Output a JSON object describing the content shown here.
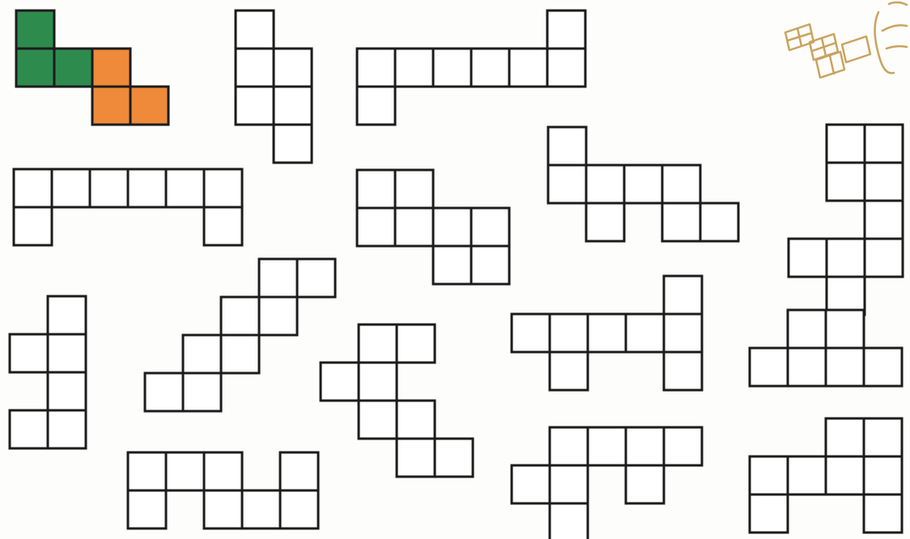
{
  "diagram": {
    "grid_unit": 47,
    "colors": {
      "line": "#1c1c1c",
      "blank": "#ffffff",
      "green": "#2e8b4e",
      "orange": "#ee8a3a",
      "logo": "#c9a35e"
    },
    "nets": [
      {
        "id": "net-colored",
        "cells": [
          [
            0,
            0,
            "green"
          ],
          [
            0,
            1,
            "green"
          ],
          [
            1,
            1,
            "green"
          ],
          [
            2,
            1,
            "orange"
          ],
          [
            2,
            2,
            "orange"
          ],
          [
            3,
            2,
            "orange"
          ]
        ]
      },
      {
        "id": "net-2",
        "cells": [
          [
            0,
            0
          ],
          [
            0,
            1
          ],
          [
            1,
            1
          ],
          [
            0,
            2
          ],
          [
            1,
            2
          ],
          [
            1,
            3
          ]
        ]
      },
      {
        "id": "net-3",
        "cells": [
          [
            5,
            0
          ],
          [
            0,
            1
          ],
          [
            1,
            1
          ],
          [
            2,
            1
          ],
          [
            3,
            1
          ],
          [
            4,
            1
          ],
          [
            5,
            1
          ],
          [
            0,
            2
          ]
        ]
      },
      {
        "id": "net-4",
        "cells": [
          [
            0,
            0
          ],
          [
            1,
            0
          ],
          [
            0,
            1
          ],
          [
            1,
            1
          ],
          [
            1,
            2
          ],
          [
            0,
            3
          ],
          [
            1,
            3
          ],
          [
            -1,
            3
          ],
          [
            0,
            4
          ]
        ]
      },
      {
        "id": "net-5",
        "cells": [
          [
            0,
            0
          ],
          [
            1,
            0
          ],
          [
            2,
            0
          ],
          [
            3,
            0
          ],
          [
            4,
            0
          ],
          [
            5,
            0
          ],
          [
            0,
            1
          ],
          [
            5,
            1
          ]
        ]
      },
      {
        "id": "net-6",
        "cells": [
          [
            0,
            0
          ],
          [
            1,
            0
          ],
          [
            0,
            1
          ],
          [
            1,
            1
          ],
          [
            2,
            1
          ],
          [
            3,
            1
          ],
          [
            2,
            2
          ],
          [
            3,
            2
          ]
        ]
      },
      {
        "id": "net-7",
        "cells": [
          [
            0,
            0
          ],
          [
            0,
            1
          ],
          [
            1,
            1
          ],
          [
            2,
            1
          ],
          [
            3,
            1
          ],
          [
            1,
            2
          ],
          [
            3,
            2
          ],
          [
            4,
            2
          ]
        ]
      },
      {
        "id": "net-8",
        "cells": [
          [
            1,
            0
          ],
          [
            1,
            1
          ],
          [
            0,
            1
          ],
          [
            1,
            2
          ],
          [
            1,
            3
          ],
          [
            0,
            3
          ]
        ]
      },
      {
        "id": "net-9",
        "cells": [
          [
            3,
            0
          ],
          [
            4,
            0
          ],
          [
            2,
            1
          ],
          [
            3,
            1
          ],
          [
            1,
            2
          ],
          [
            2,
            2
          ],
          [
            0,
            3
          ],
          [
            1,
            3
          ]
        ]
      },
      {
        "id": "net-10",
        "cells": [
          [
            4,
            0
          ],
          [
            0,
            1
          ],
          [
            1,
            1
          ],
          [
            2,
            1
          ],
          [
            3,
            1
          ],
          [
            4,
            1
          ],
          [
            1,
            2
          ],
          [
            4,
            2
          ]
        ]
      },
      {
        "id": "net-11",
        "cells": [
          [
            1,
            0
          ],
          [
            2,
            0
          ],
          [
            0,
            1
          ],
          [
            1,
            1
          ],
          [
            2,
            1
          ],
          [
            3,
            1
          ]
        ]
      },
      {
        "id": "net-12",
        "cells": [
          [
            1,
            0
          ],
          [
            2,
            0
          ],
          [
            0,
            1
          ],
          [
            1,
            1
          ],
          [
            1,
            2
          ],
          [
            2,
            2
          ],
          [
            2,
            3
          ],
          [
            3,
            3
          ]
        ]
      },
      {
        "id": "net-13",
        "cells": [
          [
            0,
            0
          ],
          [
            1,
            0
          ],
          [
            2,
            0
          ],
          [
            4,
            0
          ],
          [
            0,
            1
          ],
          [
            2,
            1
          ],
          [
            3,
            1
          ],
          [
            4,
            1
          ]
        ]
      },
      {
        "id": "net-14",
        "cells": [
          [
            1,
            0
          ],
          [
            2,
            0
          ],
          [
            3,
            0
          ],
          [
            4,
            0
          ],
          [
            0,
            1
          ],
          [
            1,
            1
          ],
          [
            3,
            1
          ],
          [
            1,
            2
          ]
        ]
      },
      {
        "id": "net-15",
        "cells": [
          [
            2,
            0
          ],
          [
            3,
            0
          ],
          [
            0,
            1
          ],
          [
            1,
            1
          ],
          [
            2,
            1
          ],
          [
            3,
            1
          ],
          [
            0,
            2
          ],
          [
            3,
            2
          ]
        ]
      }
    ],
    "logo": {
      "name": "publisher-logo",
      "shown": true
    }
  }
}
